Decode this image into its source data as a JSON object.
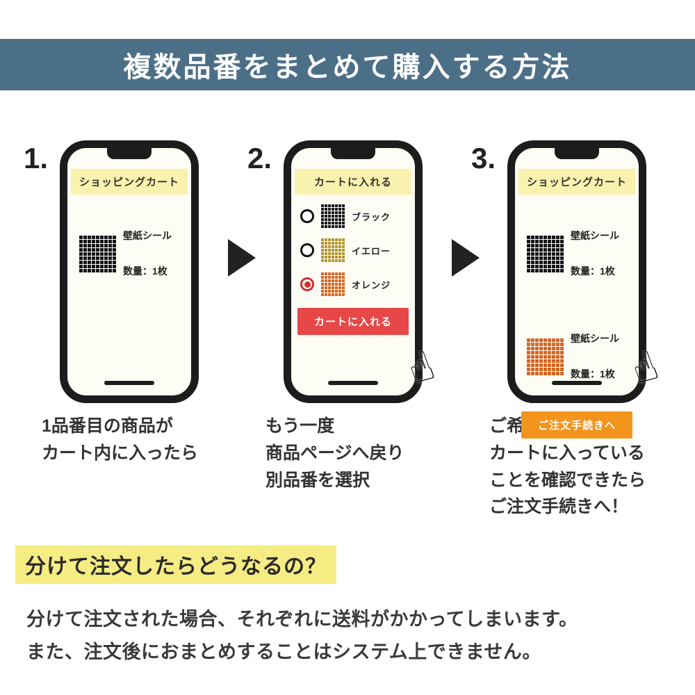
{
  "header": {
    "title": "複数品番をまとめて購入する方法"
  },
  "colors": {
    "header_bg": "#4c6f88",
    "screen_banner_yellow": "#f9f2ae",
    "button_red": "#e84747",
    "button_orange": "#f3941d",
    "radio_selected_red": "#d32f2f",
    "highlight_yellow": "#f5ec84",
    "swatch_black": "#151515",
    "swatch_yellow": "#b2952f",
    "swatch_orange": "#d4651f"
  },
  "steps": [
    {
      "number": "1.",
      "phone": {
        "banner": "ショッピングカート",
        "items": [
          {
            "name": "壁紙シール",
            "qty": "数量：1枚",
            "swatch": "black"
          }
        ]
      },
      "caption": "1品番目の商品が\nカート内に入ったら"
    },
    {
      "number": "2.",
      "phone": {
        "banner": "カートに入れる",
        "options": [
          {
            "label": "ブラック",
            "swatch": "black",
            "selected": false
          },
          {
            "label": "イエロー",
            "swatch": "yellow",
            "selected": false
          },
          {
            "label": "オレンジ",
            "swatch": "orange",
            "selected": true
          }
        ],
        "button": {
          "label": "カートに入れる"
        }
      },
      "caption": "もう一度\n商品ページへ戻り\n別品番を選択"
    },
    {
      "number": "3.",
      "phone": {
        "banner": "ショッピングカート",
        "items": [
          {
            "name": "壁紙シール",
            "qty": "数量：1枚",
            "swatch": "black"
          },
          {
            "name": "壁紙シール",
            "qty": "数量：1枚",
            "swatch": "orange"
          }
        ],
        "button": {
          "label": "ご注文手続きへ"
        }
      },
      "caption": "ご希望品番が全て\nカートに入っている\nことを確認できたら\nご注文手続きへ！"
    }
  ],
  "footer": {
    "heading": "分けて注文したらどうなるの？",
    "body": "分けて注文された場合、それぞれに送料がかかってしまいます。\nまた、注文後におまとめすることはシステム上できません。"
  },
  "icons": {
    "hand": "☝"
  }
}
